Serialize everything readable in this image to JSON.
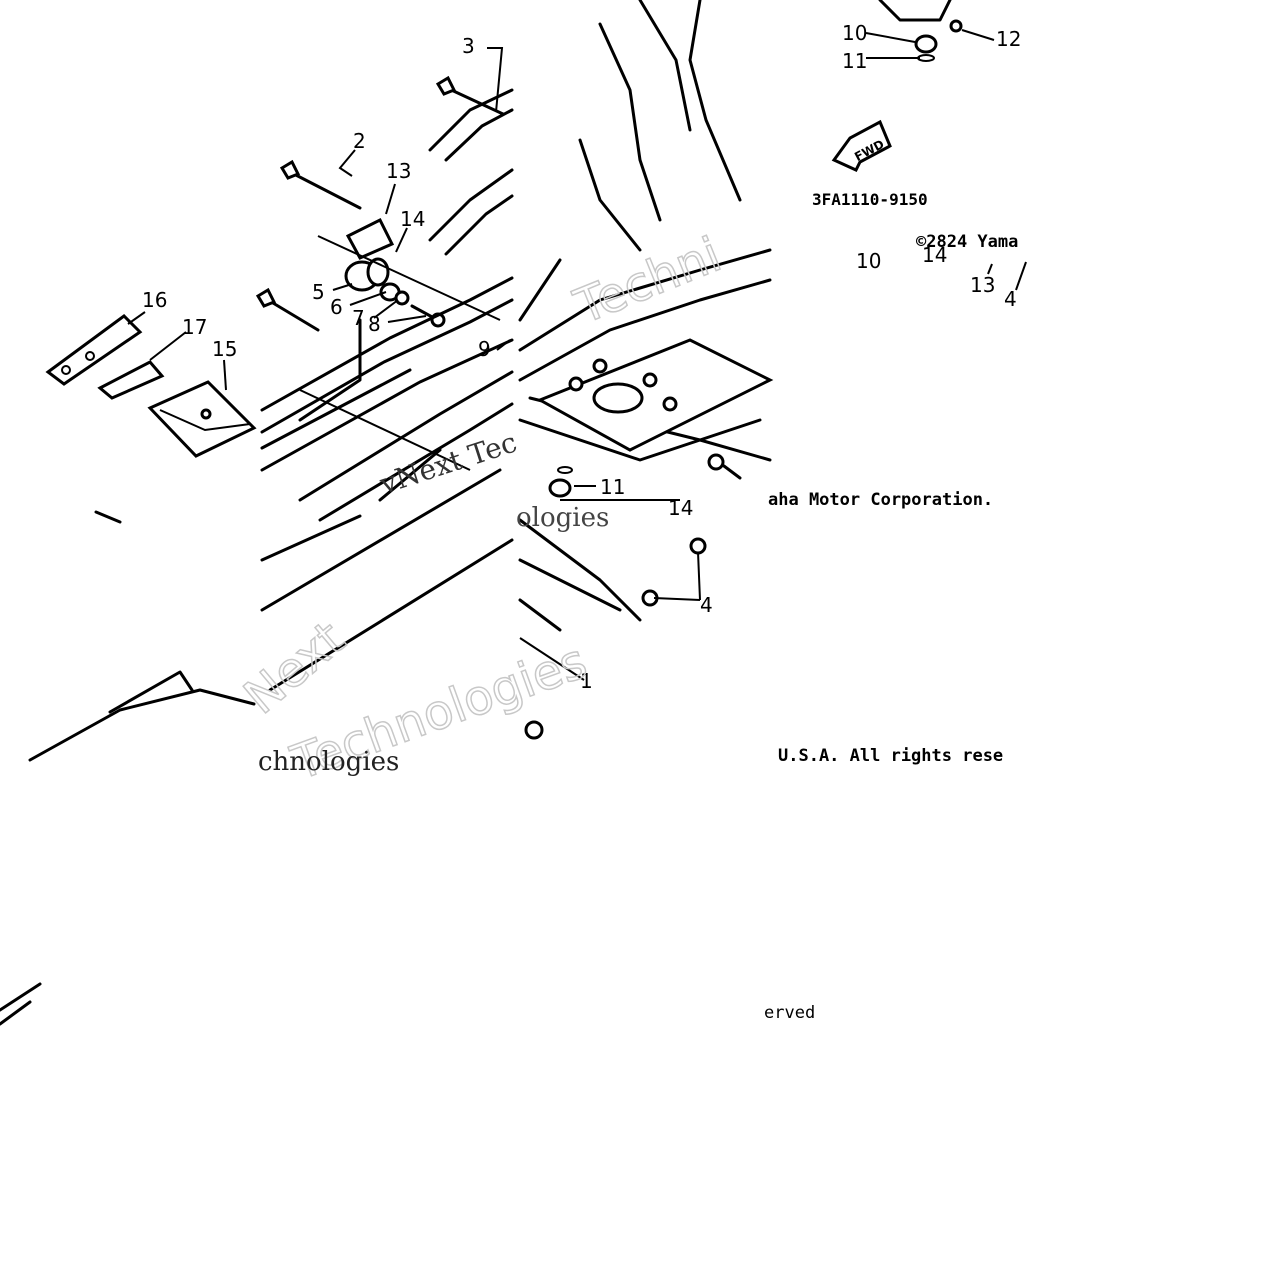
{
  "diagram": {
    "callouts": {
      "c1": "1",
      "c2": "2",
      "c3": "3",
      "c4a": "4",
      "c4b": "4",
      "c5": "5",
      "c6": "6",
      "c7": "7",
      "c8": "8",
      "c9": "9",
      "c10a": "10",
      "c10b": "10",
      "c11a": "11",
      "c11b": "11",
      "c12": "12",
      "c13a": "13",
      "c13b": "13",
      "c14a": "14",
      "c14b": "14",
      "c14c": "14",
      "c15": "15",
      "c16": "16",
      "c17": "17"
    },
    "fwd_label": "FWD",
    "part_code": "3FA1110-9150",
    "copyright_line": "©2824 Yama",
    "corp_fragment": "aha Motor Corporation.",
    "rights_fragment": "U.S.A. All rights rese",
    "erved_fragment": "erved",
    "watermarks": {
      "w1": "Techni",
      "w2": "vNext Tec",
      "w3": "ologies",
      "w4": "Next",
      "w5": "Technologies",
      "w6": "chnologies"
    }
  }
}
